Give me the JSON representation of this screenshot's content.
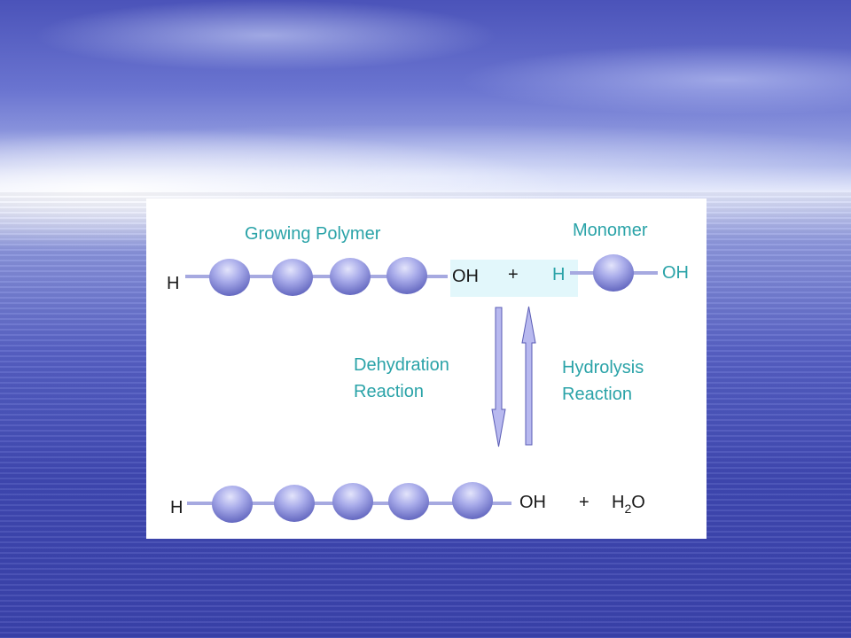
{
  "diagram": {
    "top_row": {
      "title": "Growing Polymer",
      "left_end": "H",
      "right_end": "OH",
      "plus": "+"
    },
    "monomer": {
      "title": "Monomer",
      "left_end": "H",
      "right_end": "OH"
    },
    "forward_reaction": {
      "line1": "Dehydration",
      "line2": "Reaction"
    },
    "reverse_reaction": {
      "line1": "Hydrolysis",
      "line2": "Reaction"
    },
    "bottom_row": {
      "left_end": "H",
      "right_end": "OH",
      "plus": "+",
      "water_h": "H",
      "water_sub": "2",
      "water_o": "O"
    },
    "colors": {
      "label_teal": "#2aa3a8",
      "bead": "#8a90d6",
      "bond": "#a6a9e0",
      "arrow_fill": "#b8b9ef",
      "highlight": "#e2f7fb"
    }
  }
}
